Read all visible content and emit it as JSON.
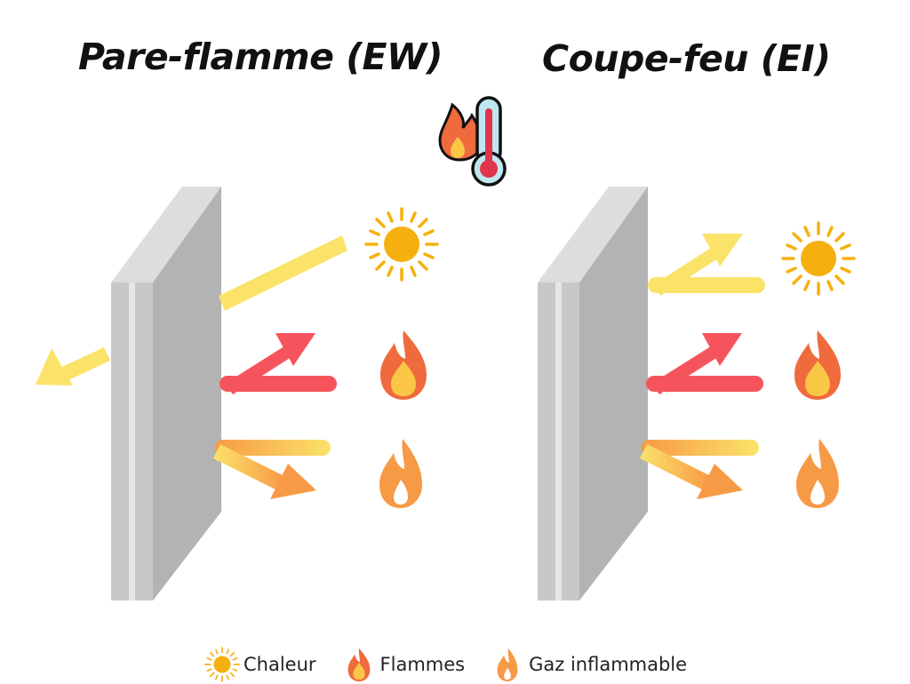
{
  "titles": {
    "left": "Pare-flamme (EW)",
    "right": "Coupe-feu (EI)"
  },
  "icons": {
    "header": "fire-thermometer-icon",
    "heat": "sun-icon",
    "flames": "fire-icon",
    "gas": "gas-flame-icon"
  },
  "legend": [
    {
      "icon": "sun-icon",
      "label": "Chaleur"
    },
    {
      "icon": "fire-icon",
      "label": "Flammes"
    },
    {
      "icon": "gas-flame-icon",
      "label": "Gaz inflammable"
    }
  ],
  "colors": {
    "heat_arrow": "#fbe36a",
    "flame_arrow": "#f6545c",
    "gas_arrow_start": "#fbe36a",
    "gas_arrow_end": "#f79a45",
    "sun": "#f6b00e",
    "fire_outer": "#ef6a3c",
    "fire_inner": "#f9c645",
    "gas_flame": "#f79a45",
    "wall_face": "#c7c7c7",
    "wall_edge": "#b4b4b4",
    "wall_top": "#dddddd"
  }
}
